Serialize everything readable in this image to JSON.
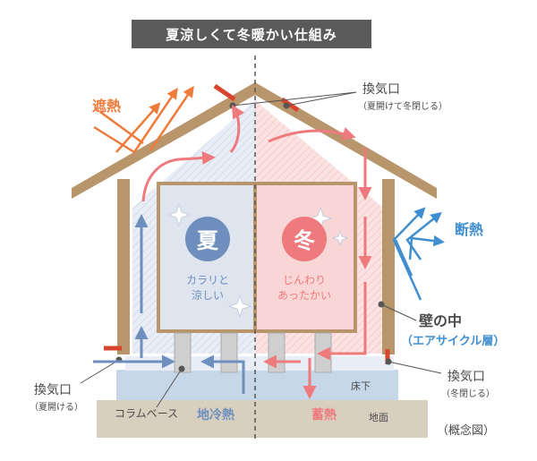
{
  "title": "夏涼しくて冬暖かい仕組み",
  "labels": {
    "shading": "遮熱",
    "vent_top": "換気口",
    "vent_top_note": "（夏開けて冬閉じる）",
    "insulation": "断熱",
    "summer": "夏",
    "summer_desc_1": "カラリと",
    "summer_desc_2": "涼しい",
    "winter": "冬",
    "winter_desc_1": "じんわり",
    "winter_desc_2": "あったかい",
    "wall_inside": "壁の中",
    "wall_layer": "（エアサイクル層）",
    "vent_left": "換気口",
    "vent_left_note": "（夏開ける）",
    "vent_right": "換気口",
    "vent_right_note": "（冬閉じる）",
    "underfloor": "床下",
    "column_base": "コラムベース",
    "ground_cool": "地冷熱",
    "heat_storage": "蓄熱",
    "ground": "地面",
    "concept": "（概念図）"
  },
  "colors": {
    "title_bg": "#5a5a5a",
    "wood": "#b8956a",
    "summer_blue": "#6e8fbd",
    "winter_red": "#ef7a7e",
    "orange": "#ee7b3a",
    "blue_arrow": "#3f8fd0",
    "underfloor": "#c6d7e8",
    "ground": "#d9cfbf",
    "vent_red": "#d9442e"
  }
}
